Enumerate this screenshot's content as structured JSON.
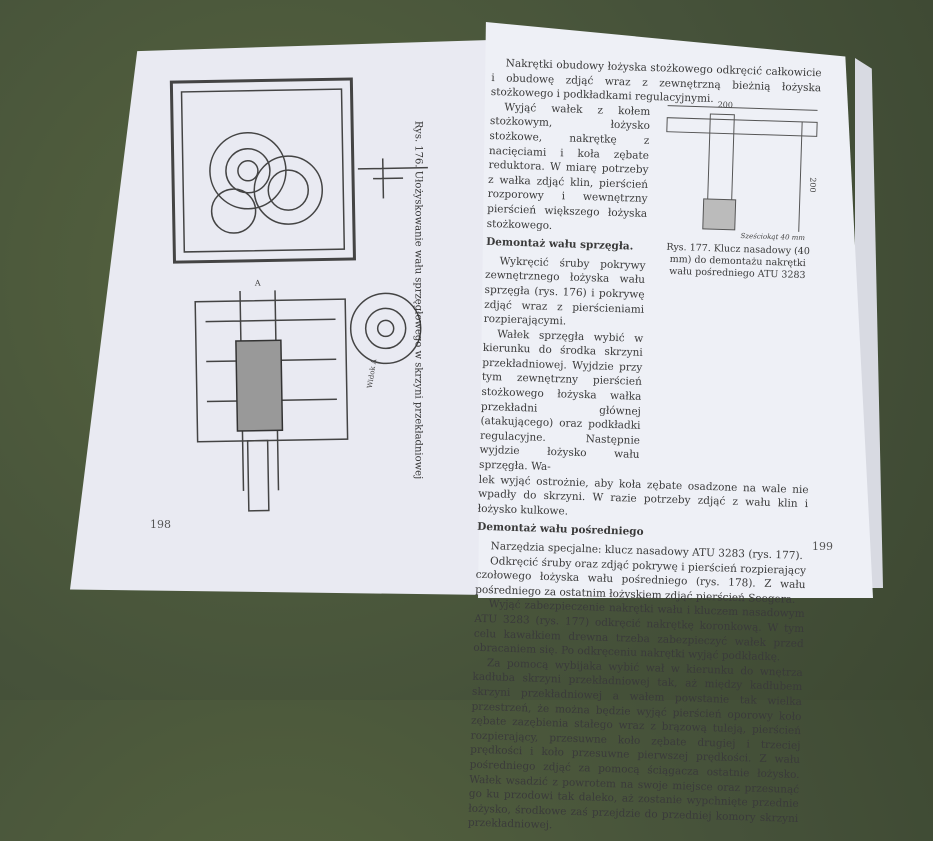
{
  "left_page": {
    "figure_caption": "Rys. 176. Ułożyskowanie wału sprzęgłowego w skrzyni przekładniowej",
    "label_view": "Widok A",
    "label_a": "A",
    "page_number": "198"
  },
  "right_page": {
    "paragraphs_top": [
      "Nakrętki obudowy łożyska stożkowego odkręcić całkowicie i obudowę zdjąć wraz z zewnętrzną bieżnią łożyska stożkowego i podkładkami regulacyjnymi."
    ],
    "narrow_paragraphs": [
      "Wyjąć wałek z kołem stożkowym, łożysko stożkowe, nakrętkę z nacięciami i koła zębate reduktora. W miarę potrzeby z wałka zdjąć klin, pierścień rozporowy i wewnętrzny pierścień większego łożyska stożkowego."
    ],
    "subhead_1": "Demontaż wału sprzęgła.",
    "narrow_paragraphs_2": [
      "Wykręcić śruby pokrywy zewnętrznego łożyska wału sprzęgła (rys. 176) i pokrywę zdjąć wraz z pierścieniami rozpierającymi.",
      "Wałek sprzęgła wybić w kierunku do środka skrzyni przekładniowej. Wyjdzie przy tym zewnętrzny pierścień stożkowego łożyska wałka przekładni głównej (atakującego) oraz podkładki regulacyjne. Następnie wyjdzie łożysko wału sprzęgła. Wa-"
    ],
    "wide_paragraph_continued": "lek wyjąć ostrożnie, aby koła zębate osadzone na wale nie wpadły do skrzyni. W razie potrzeby zdjąć z wału klin i łożysko kulkowe.",
    "heading": "Demontaż wału pośredniego",
    "paragraphs": [
      "Narzędzia specjalne: klucz nasadowy ATU 3283 (rys. 177).",
      "Odkręcić śruby oraz zdjąć pokrywę i pierścień rozpierający czołowego łożyska wału pośredniego (rys. 178). Z wału pośredniego za ostatnim łożyskiem zdjąć pierścień Seegera.",
      "Wyjąć zabezpieczenie nakrętki wału i kluczem nasadowym ATU 3283 (rys. 177) odkręcić nakrętkę koronkową. W tym celu kawałkiem drewna trzeba zabezpieczyć wałek przed obracaniem się. Po odkręceniu nakrętki wyjąć podkładkę.",
      "Za pomocą wybijaka wybić wał w kierunku do wnętrza kadłuba skrzyni przekładniowej tak, aż między kadłubem skrzyni przekładniowej a wałem powstanie tak wielka przestrzeń, że można będzie wyjąć pierścień oporowy koło zębate zazębienia stałego wraz z brązową tuleją, pierścień rozpierający, przesuwne koło zębate drugiej i trzeciej prędkości i koło przesuwne pierwszej prędkości. Z wału pośredniego zdjąć za pomocą ściągacza ostatnie łożysko. Wałek wsadzić z powrotem na swoje miejsce oraz przesunąć go ku przodowi tak daleko, aż zostanie wypchnięte przednie łożysko, środkowe zaś przejdzie do przedniej komory skrzyni przekładniowej."
    ],
    "figure": {
      "dim_width": "200",
      "dim_height": "200",
      "hex_label": "Sześciokąt 40 mm",
      "caption": "Rys. 177. Klucz nasadowy (40 mm) do demontażu nakrętki wału pośredniego ATU 3283"
    },
    "page_number": "199"
  }
}
